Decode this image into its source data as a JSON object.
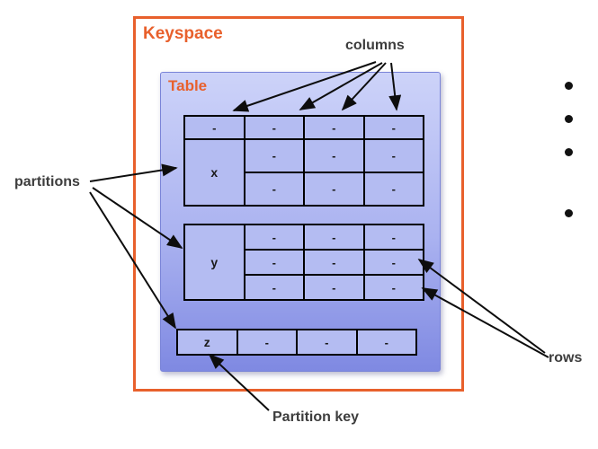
{
  "labels": {
    "keyspace": "Keyspace",
    "table": "Table",
    "columns": "columns",
    "partitions": "partitions",
    "rows": "rows",
    "partition_key": "Partition key"
  },
  "table_grids": [
    {
      "id": "x",
      "key_label": "x",
      "header_row": [
        "-",
        "-",
        "-",
        "-"
      ],
      "body_rows": [
        [
          "-",
          "-",
          "-"
        ],
        [
          "-",
          "-",
          "-"
        ]
      ]
    },
    {
      "id": "y",
      "key_label": "y",
      "header_row": null,
      "body_rows": [
        [
          "-",
          "-",
          "-"
        ],
        [
          "-",
          "-",
          "-"
        ],
        [
          "-",
          "-",
          "-"
        ]
      ]
    },
    {
      "id": "z",
      "key_label": "z",
      "header_row": null,
      "body_rows": [
        [
          "-",
          "-",
          "-"
        ]
      ]
    }
  ],
  "bullets": [
    "",
    "",
    "",
    ""
  ],
  "colors": {
    "accent_orange": "#e8602c",
    "table_gradient_top": "#cdd3f9",
    "table_gradient_bottom": "#7f89e2",
    "cell_fill": "#b4bcf2",
    "arrow_black": "#0d0d0d",
    "label_text": "#3d3d3d"
  }
}
